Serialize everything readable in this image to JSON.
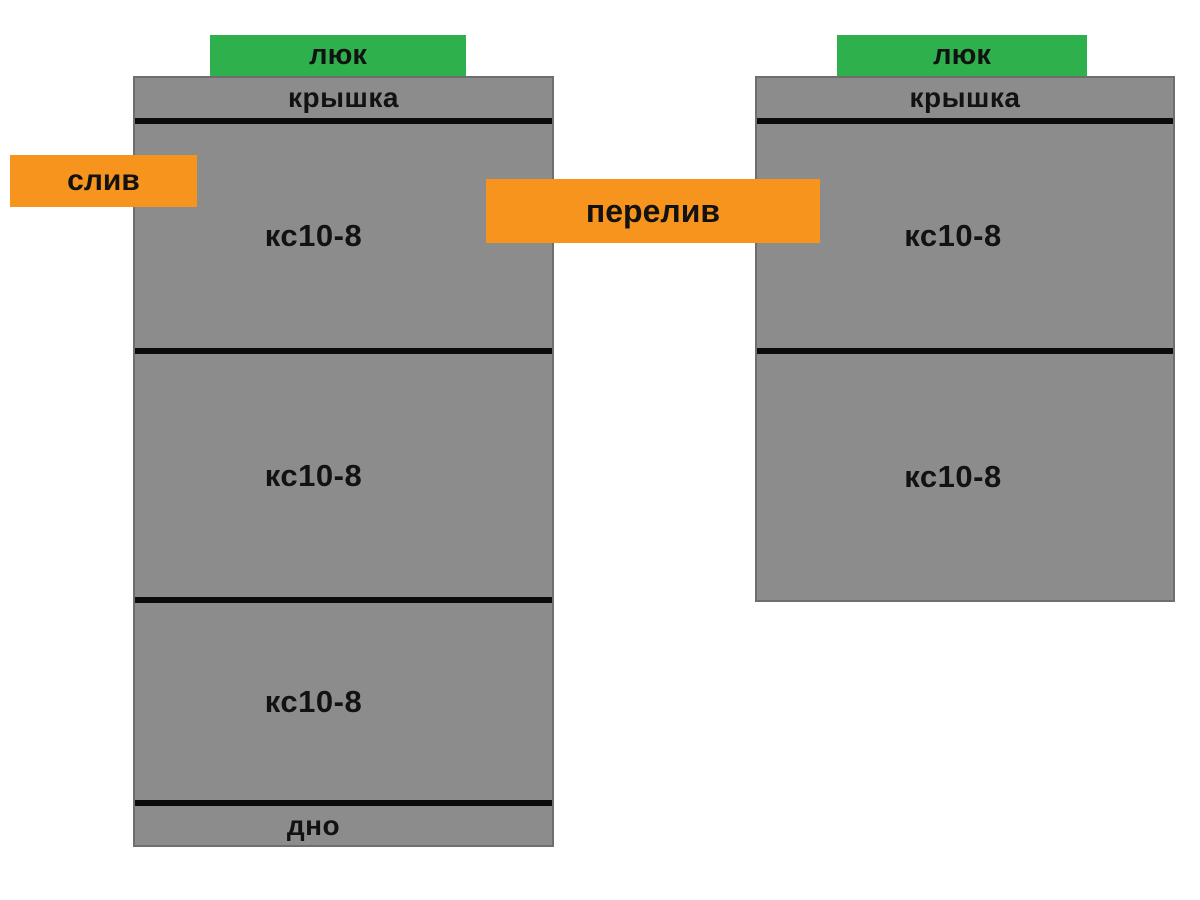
{
  "diagram": {
    "title_hint": "septic-well-scheme",
    "colors": {
      "tank_fill": "#8c8c8c",
      "tank_border": "#6e6e6e",
      "divider": "#0b0b0b",
      "hatch_green": "#2eb14d",
      "label_orange": "#f7941e",
      "text": "#121212",
      "background": "#ffffff"
    },
    "left_tank": {
      "hatch_label": "люк",
      "cover_label": "крышка",
      "rings": [
        "кс10-8",
        "кс10-8",
        "кс10-8"
      ],
      "bottom_label": "дно"
    },
    "right_tank": {
      "hatch_label": "люк",
      "cover_label": "крышка",
      "rings": [
        "кс10-8",
        "кс10-8"
      ]
    },
    "drain_label": "слив",
    "overflow_label": "перелив"
  }
}
